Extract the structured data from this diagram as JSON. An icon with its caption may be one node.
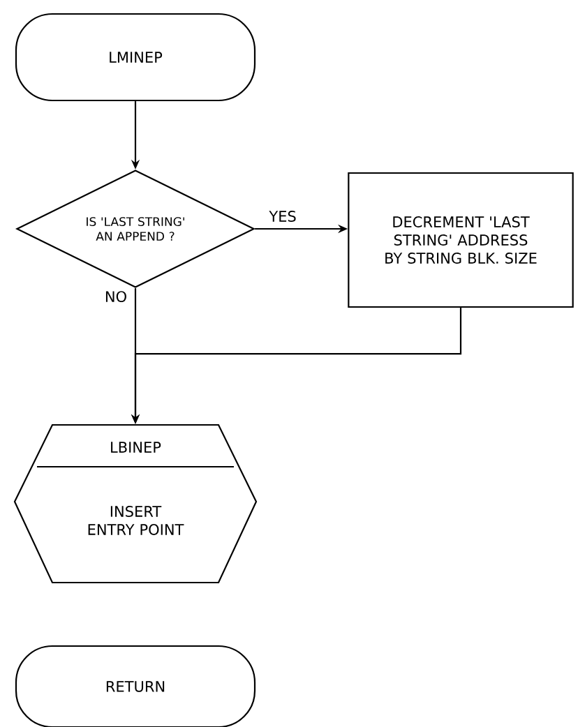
{
  "diagram": {
    "nodes": [
      {
        "text": [
          "LMINEP"
        ]
      },
      {
        "text": [
          "IS 'LAST STRING' AN APPEND ?"
        ]
      },
      {
        "text": [
          "DECREMENT 'LAST STRING' ADDRESS BY STRING BLK. SIZE"
        ]
      },
      {
        "text": [
          "LBINEP",
          "INSERT ENTRY POINT"
        ]
      },
      {
        "text": [
          "RETURN"
        ]
      }
    ],
    "edges": [
      {
        "from": 0,
        "to": 1,
        "arrow": "to"
      },
      {
        "from": 1,
        "to": 2,
        "arrow": "to",
        "label": "YES"
      },
      {
        "from": 1,
        "to": 3,
        "arrow": "to",
        "label": "NO"
      },
      {
        "from": 2,
        "to": 3,
        "arrow": "to"
      }
    ]
  }
}
